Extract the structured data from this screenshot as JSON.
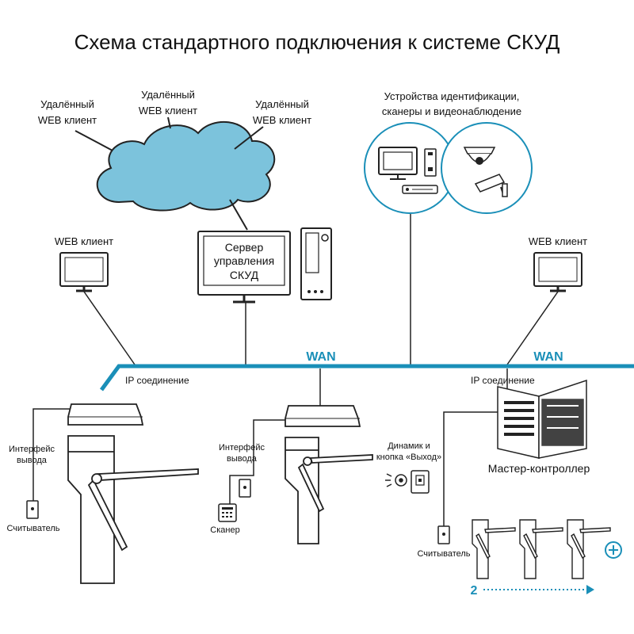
{
  "title": "Схема стандартного подключения к системе СКУД",
  "remote_clients": [
    {
      "line1": "Удалённый",
      "line2": "WEB клиент"
    },
    {
      "line1": "Удалённый",
      "line2": "WEB клиент"
    },
    {
      "line1": "Удалённый",
      "line2": "WEB клиент"
    }
  ],
  "devices_label": {
    "line1": "Устройства идентификации,",
    "line2": "сканеры и видеонаблюдение"
  },
  "web_client_left": "WEB клиент",
  "web_client_right": "WEB клиент",
  "server_label": {
    "line1": "Сервер",
    "line2": "управления",
    "line3": "СКУД"
  },
  "wan_label_1": "WAN",
  "wan_label_2": "WAN",
  "ip_left": "IP соединение",
  "ip_right": "IP соединение",
  "output_interface_left": {
    "line1": "Интерфейс",
    "line2": "вывода"
  },
  "output_interface_mid": {
    "line1": "Интерфейс",
    "line2": "вывода"
  },
  "reader_left": "Считыватель",
  "scanner": "Сканер",
  "speaker_label": {
    "line1": "Динамик и",
    "line2": "кнопка «Выход»"
  },
  "master_controller": "Мастер-контроллер",
  "reader_right": "Считыватель",
  "count_label": "2",
  "colors": {
    "accent": "#1a8fb8",
    "cloud": "#7cc3dc",
    "line": "#222222"
  }
}
